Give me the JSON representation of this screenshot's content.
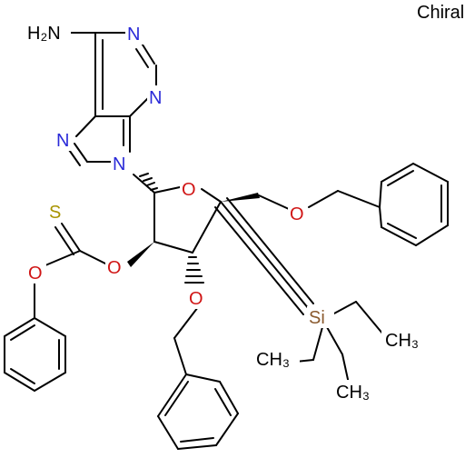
{
  "chiral_label": "Chiral",
  "atoms": {
    "h2n": "H₂N",
    "n_top": "N",
    "n_mid": "N",
    "n_left": "N",
    "n9": "N",
    "o_ring": "O",
    "o_ch2": "O",
    "s": "S",
    "o_ester": "O",
    "o_phen": "O",
    "o_bn": "O",
    "si": "Si",
    "ch3_a": "CH₃",
    "ch3_b": "CH₃",
    "ch3_c": "CH₃"
  }
}
